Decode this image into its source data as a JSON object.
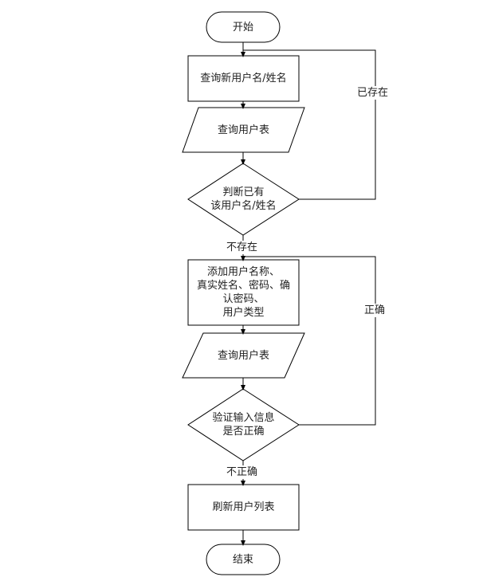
{
  "diagram": {
    "type": "flowchart",
    "nodes": {
      "start": "开始",
      "query_new": "查询新用户名/姓名",
      "query_table_1": "查询用户表",
      "decision_exists": [
        "判断已有",
        "该用户名/姓名"
      ],
      "add_user": [
        "添加用户名称、",
        "真实姓名、密码、确",
        "认密码、",
        "用户类型"
      ],
      "query_table_2": "查询用户表",
      "decision_valid": [
        "验证输入信息",
        "是否正确"
      ],
      "refresh": "刷新用户列表",
      "end": "结束"
    },
    "edge_labels": {
      "exists": "已存在",
      "not_exists": "不存在",
      "correct": "正确",
      "incorrect": "不正确"
    }
  }
}
